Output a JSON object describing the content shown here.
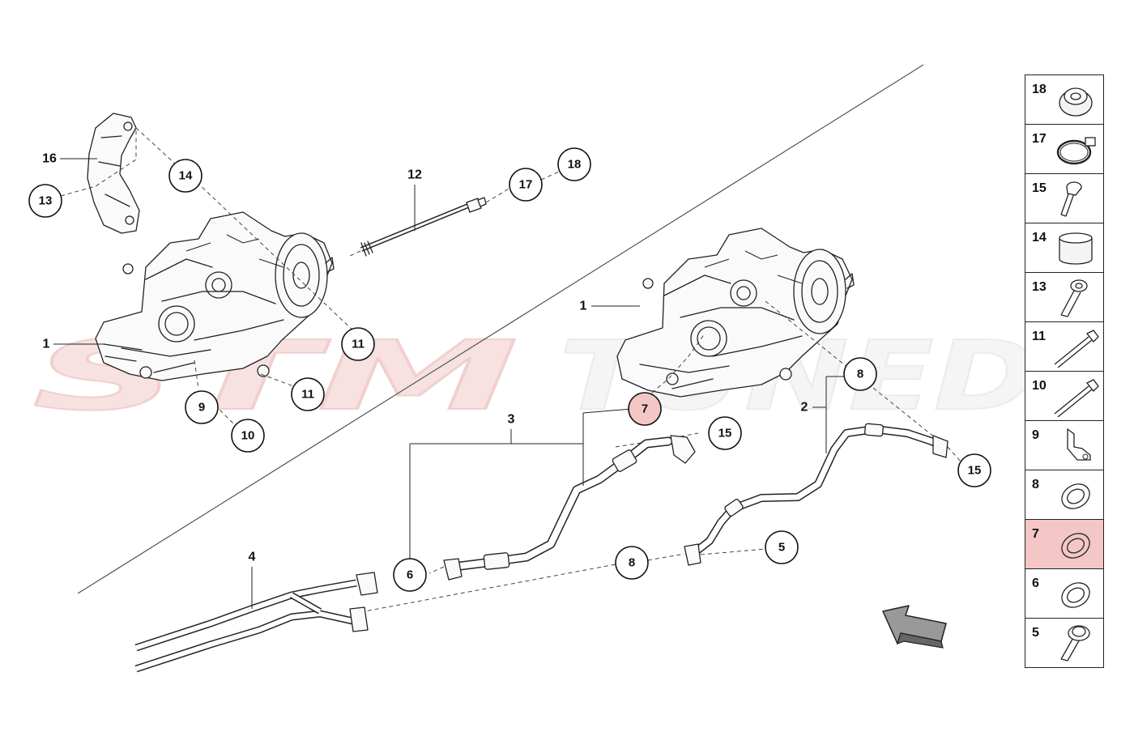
{
  "watermark": {
    "left": "STM",
    "right": "TUNED"
  },
  "callouts": {
    "c13": "13",
    "c14": "14",
    "c17": "17",
    "c18": "18",
    "c11a": "11",
    "c11b": "11",
    "c9": "9",
    "c10": "10",
    "c7": "7",
    "c15a": "15",
    "c8a": "8",
    "c15b": "15",
    "c6": "6",
    "c8b": "8",
    "c5": "5"
  },
  "labels": {
    "l16": "16",
    "l12": "12",
    "l1a": "1",
    "l1b": "1",
    "l3": "3",
    "l2": "2",
    "l4": "4"
  },
  "legend": [
    {
      "num": "18",
      "icon": "grommet-icon"
    },
    {
      "num": "17",
      "icon": "hose-clamp-icon"
    },
    {
      "num": "15",
      "icon": "bolt-short-icon"
    },
    {
      "num": "14",
      "icon": "sleeve-icon"
    },
    {
      "num": "13",
      "icon": "socket-bolt-icon"
    },
    {
      "num": "11",
      "icon": "long-bolt-icon"
    },
    {
      "num": "10",
      "icon": "long-bolt-icon"
    },
    {
      "num": "9",
      "icon": "bracket-icon"
    },
    {
      "num": "8",
      "icon": "seal-ring-icon"
    },
    {
      "num": "7",
      "icon": "seal-ring-icon",
      "highlighted": true
    },
    {
      "num": "6",
      "icon": "seal-ring-icon"
    },
    {
      "num": "5",
      "icon": "flange-bolt-icon"
    }
  ],
  "colors": {
    "highlight": "#f4c6c6",
    "watermark": "#f2c9c9"
  }
}
